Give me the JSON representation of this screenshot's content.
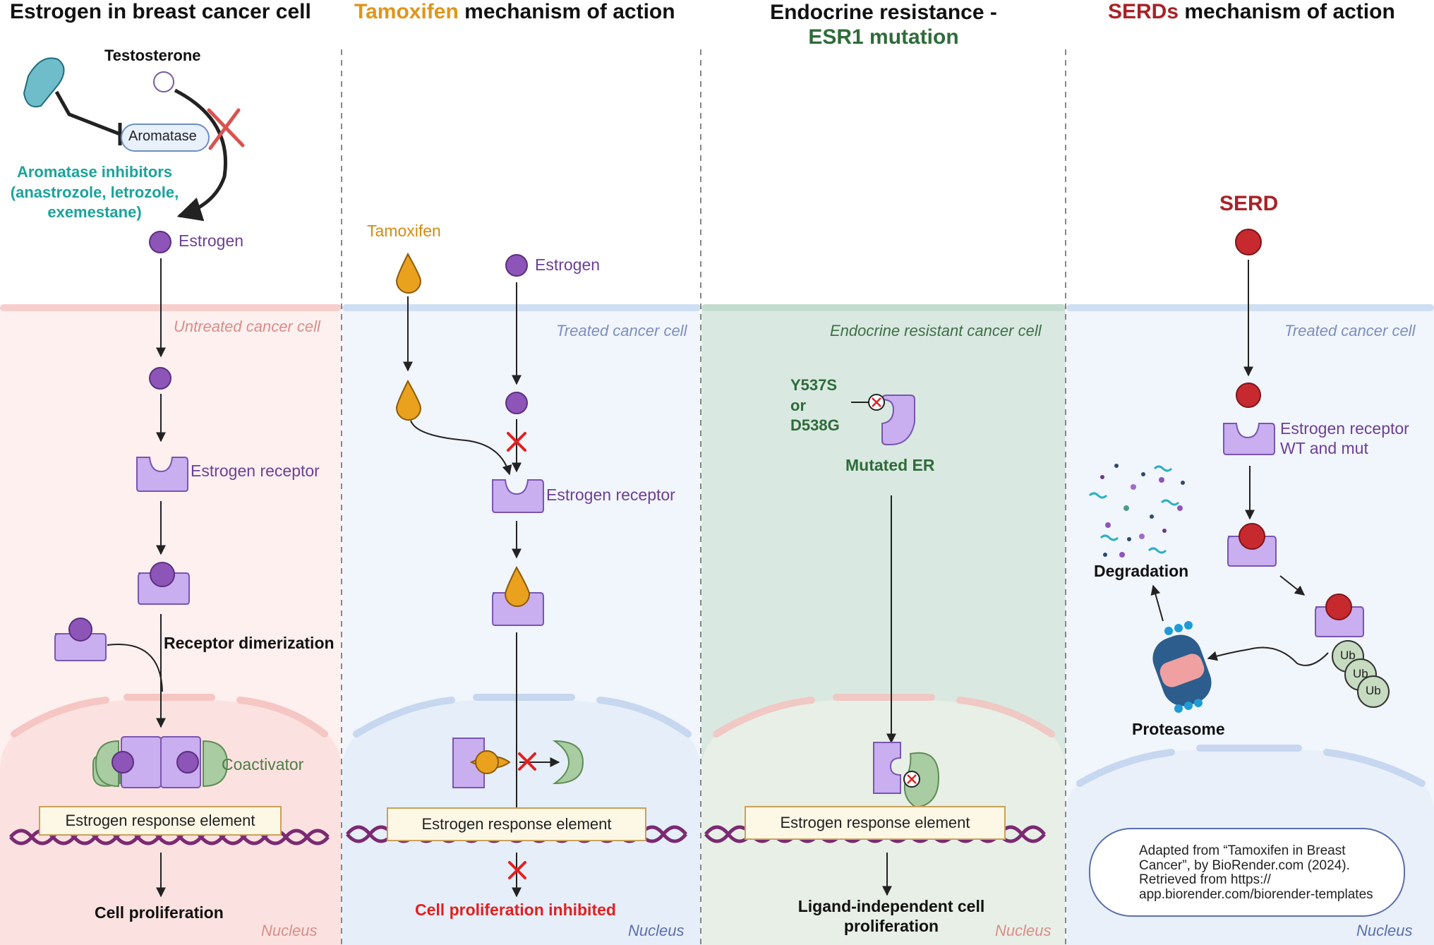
{
  "panels": [
    {
      "title": "Estrogen in breast cancer cell",
      "cell_label": "Untreated cancer cell",
      "nucleus_label": "Nucleus",
      "testosterone": "Testosterone",
      "aromatase": "Aromatase",
      "aromatase_inhibitors": [
        "Aromatase inhibitors",
        "(anastrozole, letrozole,",
        "exemestane)"
      ],
      "estrogen": "Estrogen",
      "estrogen_receptor": "Estrogen receptor",
      "receptor_dimerization": "Receptor dimerization",
      "coactivator": "Coactivator",
      "ere": "Estrogen response element",
      "outcome": "Cell proliferation"
    },
    {
      "title_highlight": "Tamoxifen",
      "title_rest": " mechanism of action",
      "cell_label": "Treated cancer cell",
      "nucleus_label": "Nucleus",
      "tamoxifen": "Tamoxifen",
      "estrogen": "Estrogen",
      "estrogen_receptor": "Estrogen receptor",
      "ere": "Estrogen response element",
      "outcome": "Cell proliferation inhibited"
    },
    {
      "title_line1": "Endocrine resistance -",
      "title_line2": "ESR1 mutation",
      "cell_label": "Endocrine resistant cancer cell",
      "nucleus_label": "Nucleus",
      "mutation_labels": [
        "Y537S",
        "or",
        "D538G"
      ],
      "mutated_er": "Mutated ER",
      "ere": "Estrogen response element",
      "outcome_line1": "Ligand-independent cell",
      "outcome_line2": "proliferation"
    },
    {
      "title_highlight": "SERDs",
      "title_rest": " mechanism of action",
      "cell_label": "Treated cancer cell",
      "nucleus_label": "Nucleus",
      "serd": "SERD",
      "receptor_line1": "Estrogen receptor",
      "receptor_line2": "WT and mut",
      "degradation": "Degradation",
      "proteasome": "Proteasome",
      "ubiquitin": [
        "Ub",
        "Ub",
        "Ub"
      ],
      "credit": [
        "Adapted from “Tamoxifen in Breast",
        "Cancer”, by BioRender.com (2024).",
        "Retrieved from https://",
        "app.biorender.com/biorender-templates"
      ]
    }
  ],
  "colors": {
    "estrogen_purple": "#8e55b8",
    "receptor_lilac": "#c9aef0",
    "tamoxifen_orange": "#eaa11e",
    "serd_red": "#c62a2f",
    "aromatase_teal": "#1aa39a",
    "esr1_green": "#2f6b3a",
    "coactivator_green": "#a9cca3",
    "inhibit_red": "#e02020",
    "tamoxifen_title": "#e0951a",
    "serd_title": "#a82228",
    "untreated_pink": "#fdeceb",
    "treated_blue": "#ecf2fb",
    "resistant_green": "#d7e8df"
  }
}
